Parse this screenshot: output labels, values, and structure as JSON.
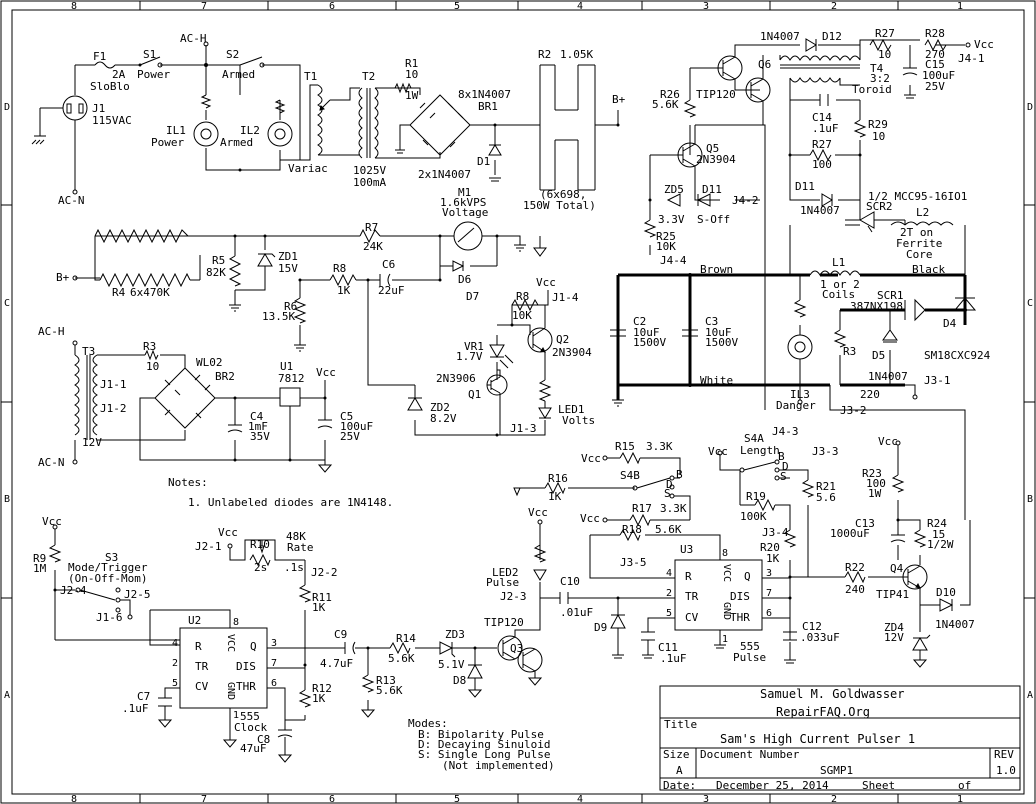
{
  "border": {
    "cols": [
      "8",
      "7",
      "6",
      "5",
      "4",
      "3",
      "2",
      "1"
    ],
    "rows": [
      "D",
      "C",
      "B",
      "A"
    ]
  },
  "labels": {
    "F1": "F1",
    "F1v": "2A",
    "F1t": "SloBlo",
    "S1": "S1",
    "S1v": "Power",
    "ACH": "AC-H",
    "S2": "S2",
    "S2v": "Armed",
    "J1": "J1",
    "J1v": "115VAC",
    "ACN": "AC-N",
    "IL1": "IL1",
    "IL1v": "Power",
    "IL2": "IL2",
    "IL2v": "Armed",
    "T1": "T1",
    "T1v": "Variac",
    "T2": "T2",
    "T2v1": "1025V",
    "T2v2": "100mA",
    "R1": "R1",
    "R1v": "10",
    "R1w": "1W",
    "BR1v": "8x1N4007",
    "BR1": "BR1",
    "D1": "D1",
    "D1v": "2x1N4007",
    "R2": "R2",
    "R2v": "1.05K",
    "R2n1": "(6x698,",
    "R2n2": "150W Total)",
    "Bplus": "B+",
    "Bplus2": "B+",
    "M1": "M1",
    "M1v": "1.6kVPS",
    "M1t": "Voltage",
    "R7": "R7",
    "R7v": "24K",
    "R5": "R5",
    "R5v": "82K",
    "ZD1": "ZD1",
    "ZD1v": "15V",
    "R4": "R4",
    "R4v": "6x470K",
    "R8a": "R8",
    "R8av": "1K",
    "C6": "C6",
    "C6v": "22uF",
    "R6": "R6",
    "R6v": "13.5K",
    "D6": "D6",
    "D7": "D7",
    "Vcc1": "Vcc",
    "R8b": "R8",
    "R8bv": "10K",
    "J14": "J1-4",
    "VR1": "VR1",
    "VR1v": "1.7V",
    "Q2": "Q2",
    "Q2v": "2N3904",
    "Q1v": "2N3906",
    "Q1": "Q1",
    "ZD2": "ZD2",
    "ZD2v": "8.2V",
    "LED1": "LED1",
    "LED1v": "Volts",
    "J13": "J1-3",
    "T3": "T3",
    "T3v": "12V",
    "R3a": "R3",
    "R3av": "10",
    "WL02": "WL02",
    "BR2": "BR2",
    "U1": "U1",
    "U1v": "7812",
    "Vcc2": "Vcc",
    "C4": "C4",
    "C4v": "1mF",
    "C4w": "35V",
    "C5": "C5",
    "C5v": "100uF",
    "C5w": "25V",
    "J11": "J1-1",
    "J12": "J1-2",
    "ACH2": "AC-H",
    "ACN2": "AC-N",
    "Q6": "Q6",
    "TIP120a": "TIP120",
    "R26": "R26",
    "R26v": "5.6K",
    "D12v": "1N4007",
    "D12": "D12",
    "R27a": "R27",
    "R27av": "10",
    "R28": "R28",
    "R28v": "270",
    "VccJ41": "Vcc",
    "J41": "J4-1",
    "T4": "T4",
    "T4v": "3:2",
    "T4t": "Toroid",
    "C15": "C15",
    "C15v": "100uF",
    "C15w": "25V",
    "C14": "C14",
    "C14v": ".1uF",
    "R29": "R29",
    "R29v": "10",
    "R27b": "R27",
    "R27bv": "100",
    "Q5": "Q5",
    "Q5v": "2N3904",
    "ZD5": "ZD5",
    "D11a": "D11",
    "ZD5v": "3.3V",
    "D11v": "S-Off",
    "J42": "J4-2",
    "R25": "R25",
    "R25v": "10K",
    "J44": "J4-4",
    "D11b": "D11",
    "D11bv": "1N4007",
    "SCR2": "SCR2",
    "SCR2v": "1/2 MCC95-16IO1",
    "L2": "L2",
    "L2v": "2T on",
    "L2w": "Ferrite",
    "L2x": "Core",
    "Brown": "Brown",
    "Black": "Black",
    "White": "White",
    "L1": "L1",
    "L1v": "1 or 2",
    "L1w": "Coils",
    "C2": "C2",
    "C2v": "10uF",
    "C2w": "1500V",
    "C3": "C3",
    "C3v": "10uF",
    "C3w": "1500V",
    "SCR1": "SCR1",
    "SCR1v": "387NX198",
    "D4": "D4",
    "SM": "SM18CXC924",
    "R3b": "R3",
    "D5": "D5",
    "D5v": "1N4007",
    "R3bv": "220",
    "IL3": "IL3",
    "IL3v": "Danger",
    "J31": "J3-1",
    "J32": "J3-2",
    "J33": "J3-3",
    "J34": "J3-4",
    "J35": "J3-5",
    "J43": "J4-3",
    "VccS4": "Vcc",
    "R15": "R15",
    "R15v": "3.3K",
    "S4B": "S4B",
    "R16": "R16",
    "R16v": "1K",
    "VccR17": "Vcc",
    "R17": "R17",
    "R17v": "3.3K",
    "R18": "R18",
    "R18v": "5.6K",
    "S4A": "S4A",
    "S4Av": "Length",
    "Vcc3": "Vcc",
    "R19": "R19",
    "R19v": "100K",
    "R21": "R21",
    "R21v": "5.6",
    "R20": "R20",
    "R20v": "1K",
    "U3": "U3",
    "C12": "C12",
    "C12v": ".033uF",
    "U3v": "555",
    "U3t": "Pulse",
    "C11": "C11",
    "C11v": ".1uF",
    "D9": "D9",
    "C10": "C10",
    "C10v": ".01uF",
    "LED2": "LED2",
    "LED2v": "Pulse",
    "J23": "J2-3",
    "Vcc4": "Vcc",
    "Vcc5": "Vcc",
    "R23": "R23",
    "R23v": "100",
    "R23w": "1W",
    "C13": "C13",
    "C13v": "1000uF",
    "R24": "R24",
    "R24v": "15",
    "R24w": "1/2W",
    "R22": "R22",
    "R22v": "240",
    "Q4": "Q4",
    "TIP41": "TIP41",
    "D10": "D10",
    "D10v": "1N4007",
    "ZD4": "ZD4",
    "ZD4v": "12V",
    "Notes": "Notes:",
    "Note1": "1. Unlabeled diodes are 1N4148.",
    "Vcc6": "Vcc",
    "R9": "R9",
    "R9v": "1M",
    "S3": "S3",
    "S3v": "Mode/Trigger",
    "S3w": "(On-Off-Mom)",
    "J24": "J2-4",
    "J25": "J2-5",
    "J16": "J1-6",
    "Vcc7": "Vcc",
    "J21": "J2-1",
    "R10": "R10",
    "R10v": "48K",
    "R10w": "Rate",
    "R10x": "2s",
    ".1s": ".1s",
    "J22": "J2-2",
    "R11": "R11",
    "R11v": "1K",
    "R12": "R12",
    "R12v": "1K",
    "U2": "U2",
    "U2v": "555",
    "U2t": "Clock",
    "C7": "C7",
    "C7v": ".1uF",
    "C8": "C8",
    "C8v": "47uF",
    "C9": "C9",
    "C9v": "4.7uF",
    "R14": "R14",
    "R14v": "5.6K",
    "ZD3": "ZD3",
    "ZD3v": "5.1V",
    "R13": "R13",
    "R13v": "5.6K",
    "D8": "D8",
    "TIP120b": "TIP120",
    "Q3": "Q3",
    "pin_R": "R",
    "pin_TR": "TR",
    "pin_CV": "CV",
    "pin_Q": "Q",
    "pin_DIS": "DIS",
    "pin_THR": "THR",
    "pin_VCC": "VCC",
    "pin_GND": "GND",
    "p4": "4",
    "p2": "2",
    "p5": "5",
    "p8": "8",
    "p3": "3",
    "p7": "7",
    "p6": "6",
    "p1": "1",
    "sB": "B",
    "sD": "D",
    "sS": "S",
    "Modes": "Modes:",
    "ModeB": "B: Bipolarity Pulse",
    "ModeD": "D: Decaying Sinuloid",
    "ModeS": "S: Single Long Pulse",
    "ModeS2": "(Not implemented)"
  },
  "titleblock": {
    "author": "Samuel M. Goldwasser",
    "site": "RepairFAQ.Org",
    "title_label": "Title",
    "title": "Sam's High Current Pulser 1",
    "size_label": "Size",
    "size": "A",
    "docnum_label": "Document Number",
    "docnum": "SGMP1",
    "rev_label": "REV",
    "rev": "1.0",
    "date_label": "Date:",
    "date": "December 25, 2014",
    "sheet_label": "Sheet",
    "of_label": "of"
  }
}
